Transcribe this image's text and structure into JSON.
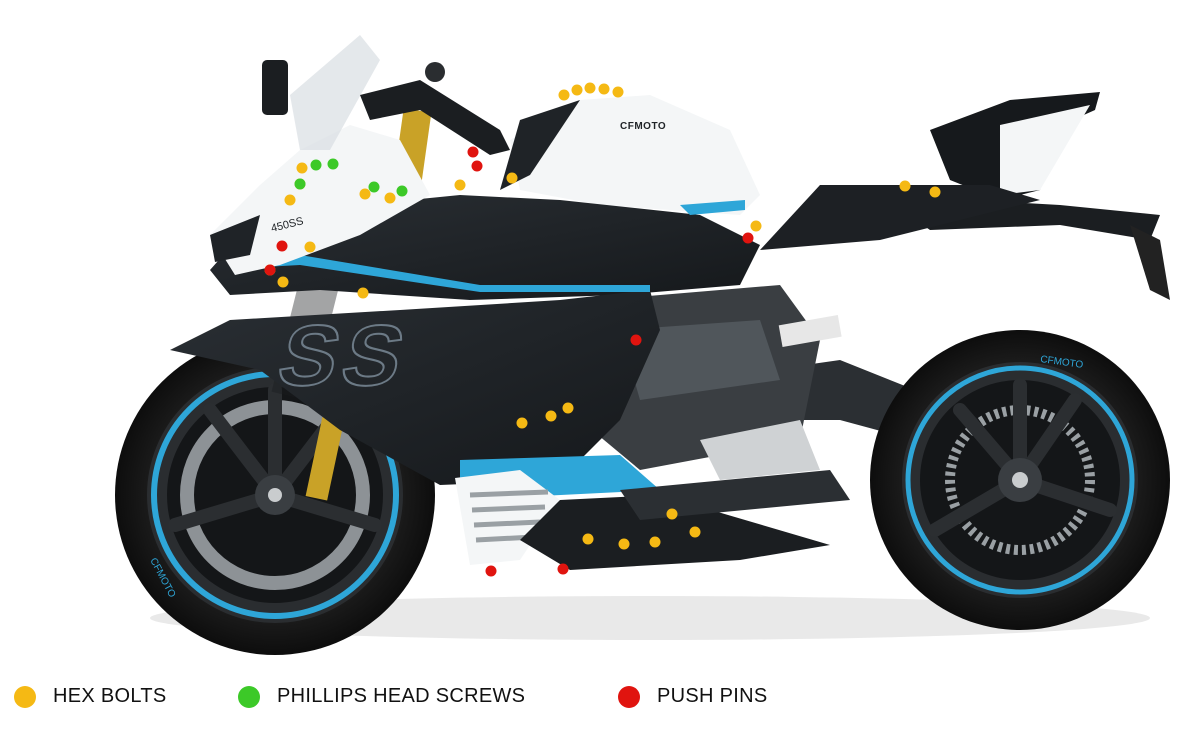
{
  "colors": {
    "hex_bolt": "#f5b914",
    "phillips": "#3cc928",
    "push_pin": "#e0140f",
    "accent_blue": "#2ea6d8",
    "body_dark": "#1f2327",
    "fairing_white": "#f4f6f7"
  },
  "branding": {
    "tank_logo": "CFMOTO",
    "fairing_model": "450SS",
    "side_badge": "SS",
    "rim_brand": "CFMOTO"
  },
  "legend": [
    {
      "key": "hex_bolt",
      "label": "HEX BOLTS"
    },
    {
      "key": "phillips",
      "label": "PHILLIPS HEAD SCREWS"
    },
    {
      "key": "push_pin",
      "label": "PUSH PINS"
    }
  ],
  "counts": {
    "hex_bolt": 27,
    "phillips": 5,
    "push_pin": 8
  }
}
